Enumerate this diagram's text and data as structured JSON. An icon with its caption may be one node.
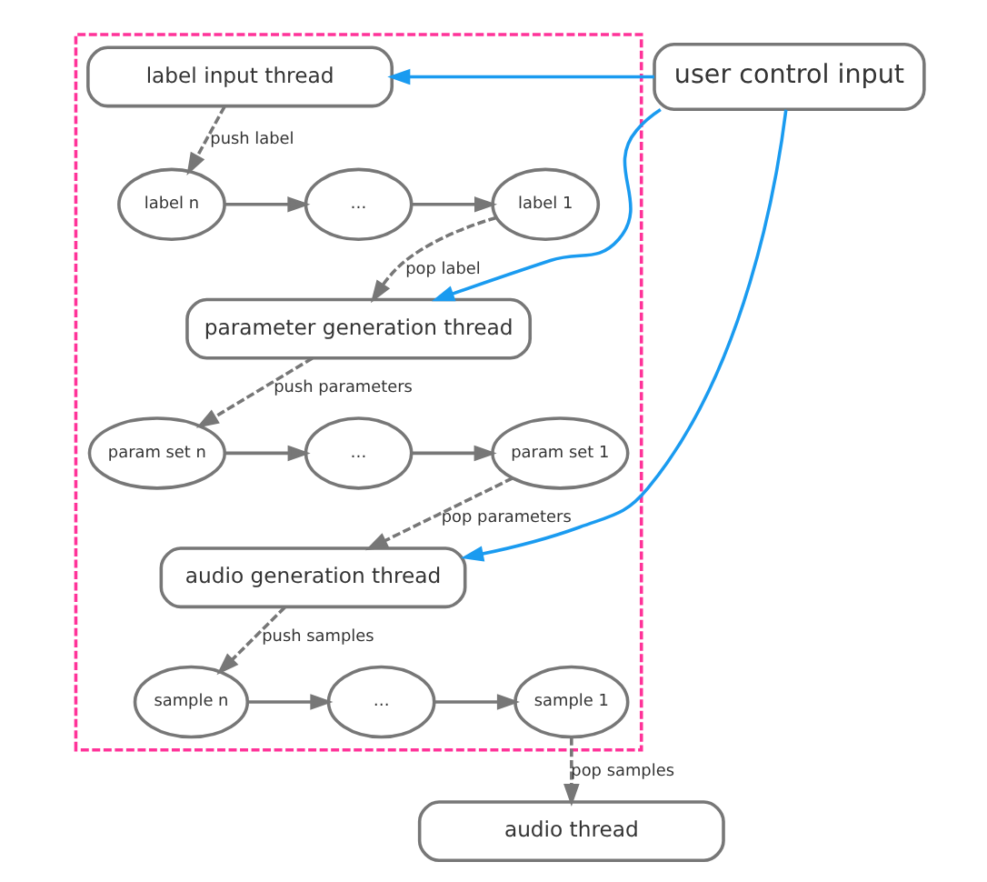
{
  "diagram": {
    "nodes": [
      {
        "text": [],
        "shape": "box"
      },
      {
        "text": [
          "label input thread"
        ],
        "in": 0
      },
      {
        "text": [
          "label n"
        ],
        "in": 0
      },
      {
        "text": [
          "…"
        ],
        "in": 0
      },
      {
        "text": [
          "label 1"
        ],
        "in": 0
      },
      {
        "text": [
          "parameter generation thread"
        ],
        "in": 0
      },
      {
        "text": [
          "param set n"
        ],
        "in": 0
      },
      {
        "text": [
          "…"
        ],
        "in": 0
      },
      {
        "text": [
          "param set 1"
        ],
        "in": 0
      },
      {
        "text": [
          "audio generation thread"
        ],
        "in": 0
      },
      {
        "text": [
          "sample n"
        ],
        "in": 0
      },
      {
        "text": [
          "…"
        ],
        "in": 0
      },
      {
        "text": [
          "sample 1"
        ],
        "in": 0
      },
      {
        "text": [
          "audio thread"
        ]
      },
      {
        "text": [
          "user control input"
        ]
      }
    ],
    "edges": [
      {
        "from": 1,
        "to": 2,
        "arrow": "to",
        "label": "push label",
        "style": "dashed"
      },
      {
        "from": 2,
        "to": 3,
        "arrow": "to"
      },
      {
        "from": 3,
        "to": 4,
        "arrow": "to"
      },
      {
        "from": 4,
        "to": 5,
        "arrow": "to",
        "label": "pop label",
        "style": "dashed"
      },
      {
        "from": 5,
        "to": 6,
        "arrow": "to",
        "label": "push parameters",
        "style": "dashed"
      },
      {
        "from": 6,
        "to": 7,
        "arrow": "to"
      },
      {
        "from": 7,
        "to": 8,
        "arrow": "to"
      },
      {
        "from": 8,
        "to": 9,
        "arrow": "to",
        "label": "pop parameters",
        "style": "dashed"
      },
      {
        "from": 9,
        "to": 10,
        "arrow": "to",
        "label": "push samples",
        "style": "dashed"
      },
      {
        "from": 10,
        "to": 11,
        "arrow": "to"
      },
      {
        "from": 11,
        "to": 12,
        "arrow": "to"
      },
      {
        "from": 12,
        "to": 13,
        "arrow": "to",
        "label": "pop samples",
        "style": "dashed"
      },
      {
        "from": 14,
        "to": 1,
        "arrow": "to",
        "color": "#1a9bf0"
      },
      {
        "from": 14,
        "to": 5,
        "arrow": "to",
        "color": "#1a9bf0"
      },
      {
        "from": 14,
        "to": 9,
        "arrow": "to",
        "color": "#1a9bf0"
      }
    ]
  }
}
